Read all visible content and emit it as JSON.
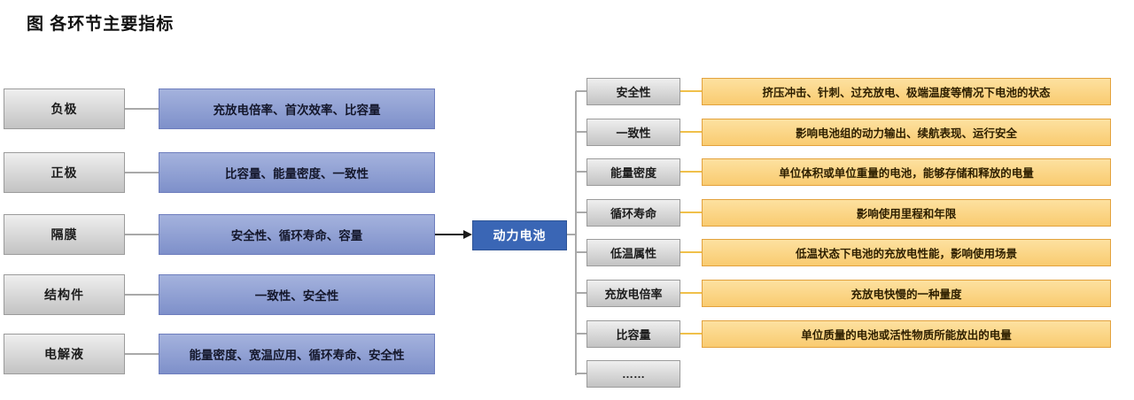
{
  "title": "图 各环节主要指标",
  "center_node": {
    "label": "动力电池"
  },
  "left_rows": [
    {
      "label": "负极",
      "indicators": "充放电倍率、首次效率、比容量"
    },
    {
      "label": "正极",
      "indicators": "比容量、能量密度、一致性"
    },
    {
      "label": "隔膜",
      "indicators": "安全性、循环寿命、容量"
    },
    {
      "label": "结构件",
      "indicators": "一致性、安全性"
    },
    {
      "label": "电解液",
      "indicators": "能量密度、宽温应用、循环寿命、安全性"
    }
  ],
  "right_rows": [
    {
      "label": "安全性",
      "description": "挤压冲击、针刺、过充放电、极端温度等情况下电池的状态"
    },
    {
      "label": "一致性",
      "description": "影响电池组的动力输出、续航表现、运行安全"
    },
    {
      "label": "能量密度",
      "description": "单位体积或单位重量的电池，能够存储和释放的电量"
    },
    {
      "label": "循环寿命",
      "description": "影响使用里程和年限"
    },
    {
      "label": "低温属性",
      "description": "低温状态下电池的充放电性能，影响使用场景"
    },
    {
      "label": "充放电倍率",
      "description": "充放电快慢的一种量度"
    },
    {
      "label": "比容量",
      "description": "单位质量的电池或活性物质所能放出的电量"
    },
    {
      "label": "……",
      "description": ""
    }
  ],
  "colors": {
    "blue_fill": "#8e9ed4",
    "blue_border": "#6d7dbd",
    "center_fill": "#3a66b5",
    "gray_fill": "#d6d6d6",
    "gray_border": "#9b9b9b",
    "orange_fill": "#fbd586",
    "orange_border": "#e3a23d",
    "yellow_connector": "#f0c04a",
    "gray_connector": "#a9a9a9",
    "arrow_color": "#1b1b1b"
  }
}
